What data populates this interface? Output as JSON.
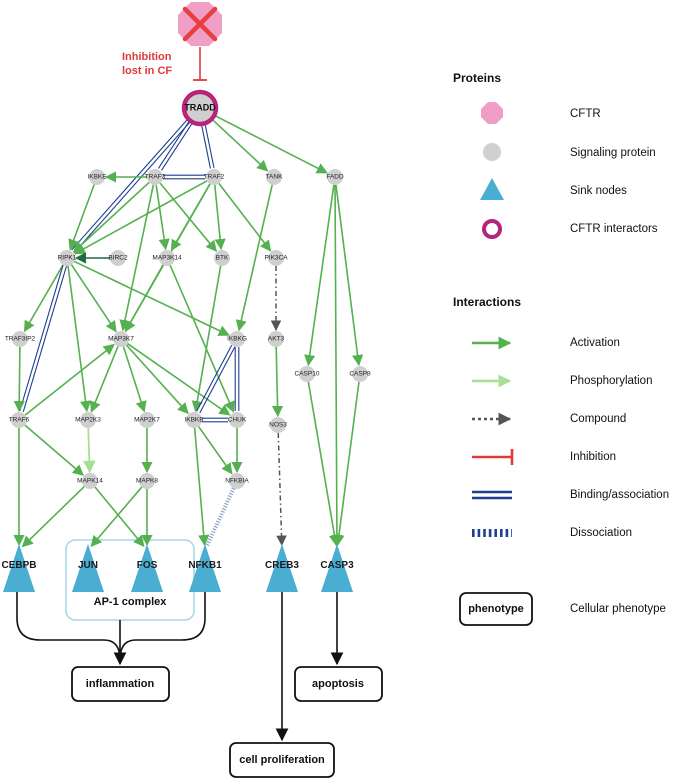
{
  "colors": {
    "activation": "#55b04f",
    "phosphorylation": "#a8df95",
    "compound": "#555555",
    "inhibition": "#e03a3a",
    "binding": "#1f3f8f",
    "protein_fill": "#cfcfcf",
    "cftr_fill": "#f19ec6",
    "sink_fill": "#4aaed3",
    "interactor_ring": "#b7247b",
    "ap1_border": "#a9d6ea"
  },
  "cftr": {
    "mark": "cross-icon"
  },
  "inhibition_note": [
    "Inhibition",
    "lost in CF"
  ],
  "tradd_label": "TRADD",
  "proteins": {
    "IKBKE": "IKBKE",
    "TRAF3": "TRAF3",
    "TRAF2": "TRAF2",
    "TANK": "TANK",
    "FADD": "FADD",
    "RIPK1": "RIPK1",
    "BIRC2": "BIRC2",
    "MAP3K14": "MAP3K14",
    "BTK": "BTK",
    "PIK3CA": "PIK3CA",
    "TRAF3IP2": "TRAF3IP2",
    "MAP3K7": "MAP3K7",
    "IKBKG": "IKBKG",
    "AKT3": "AKT3",
    "CASP10": "CASP10",
    "CASP8": "CASP8",
    "TRAF6": "TRAF6",
    "MAP2K3": "MAP2K3",
    "MAP2K7": "MAP2K7",
    "IKBKB": "IKBKB",
    "CHUK": "CHUK",
    "NOS3": "NOS3",
    "MAPK14": "MAPK14",
    "MAPK8": "MAPK8",
    "NFKBIA": "NFKBIA"
  },
  "sinks": {
    "CEBPB": "CEBPB",
    "JUN": "JUN",
    "FOS": "FOS",
    "NFKB1": "NFKB1",
    "CREB3": "CREB3",
    "CASP3": "CASP3"
  },
  "ap1_label": "AP-1 complex",
  "phenotypes": {
    "inflammation": "inflammation",
    "apoptosis": "apoptosis",
    "cell_proliferation": "cell proliferation"
  },
  "legend": {
    "proteins_heading": "Proteins",
    "protein_items": [
      {
        "label": "CFTR",
        "icon": "octagon-icon"
      },
      {
        "label": "Signaling protein",
        "icon": "circle-icon"
      },
      {
        "label": "Sink nodes",
        "icon": "triangle-icon"
      },
      {
        "label": "CFTR interactors",
        "icon": "ring-icon"
      }
    ],
    "interactions_heading": "Interactions",
    "interaction_items": [
      {
        "label": "Activation",
        "icon": "green-arrow-icon"
      },
      {
        "label": "Phosphorylation",
        "icon": "light-green-arrow-icon"
      },
      {
        "label": "Compound",
        "icon": "dotted-arrow-icon"
      },
      {
        "label": "Inhibition",
        "icon": "inhibition-bar-icon"
      },
      {
        "label": "Binding/association",
        "icon": "double-line-icon"
      },
      {
        "label": "Dissociation",
        "icon": "dashed-line-icon"
      }
    ],
    "phenotype_box_label": "phenotype",
    "phenotype_text": "Cellular phenotype"
  },
  "edges": [
    {
      "from": "TRADD",
      "to": "TRAF3",
      "type": "binding"
    },
    {
      "from": "TRADD",
      "to": "TRAF2",
      "type": "binding"
    },
    {
      "from": "TRADD",
      "to": "RIPK1",
      "type": "binding"
    },
    {
      "from": "TRADD",
      "to": "TANK",
      "type": "activation"
    },
    {
      "from": "TRADD",
      "to": "FADD",
      "type": "activation"
    },
    {
      "from": "TRAF3",
      "to": "IKBKE",
      "type": "activation"
    },
    {
      "from": "TRAF3",
      "to": "TRAF2",
      "type": "binding"
    },
    {
      "from": "TRAF3",
      "to": "RIPK1",
      "type": "activation"
    },
    {
      "from": "TRAF3",
      "to": "MAP3K14",
      "type": "activation"
    },
    {
      "from": "TRAF3",
      "to": "BTK",
      "type": "activation"
    },
    {
      "from": "TRAF3",
      "to": "MAP3K7",
      "type": "activation"
    },
    {
      "from": "TRAF2",
      "to": "RIPK1",
      "type": "activation"
    },
    {
      "from": "TRAF2",
      "to": "MAP3K14",
      "type": "activation"
    },
    {
      "from": "TRAF2",
      "to": "BTK",
      "type": "activation"
    },
    {
      "from": "TRAF2",
      "to": "PIK3CA",
      "type": "activation"
    },
    {
      "from": "TRAF2",
      "to": "MAP3K7",
      "type": "activation"
    },
    {
      "from": "IKBKE",
      "to": "RIPK1",
      "type": "activation"
    },
    {
      "from": "TANK",
      "to": "IKBKG",
      "type": "activation"
    },
    {
      "from": "BIRC2",
      "to": "RIPK1",
      "type": "activation_dark"
    },
    {
      "from": "RIPK1",
      "to": "TRAF3IP2",
      "type": "activation"
    },
    {
      "from": "RIPK1",
      "to": "MAP3K7",
      "type": "activation"
    },
    {
      "from": "RIPK1",
      "to": "IKBKG",
      "type": "activation"
    },
    {
      "from": "RIPK1",
      "to": "MAP2K3",
      "type": "activation"
    },
    {
      "from": "RIPK1",
      "to": "TRAF6",
      "type": "binding"
    },
    {
      "from": "MAP3K14",
      "to": "MAP3K7",
      "type": "activation"
    },
    {
      "from": "MAP3K14",
      "to": "CHUK",
      "type": "activation"
    },
    {
      "from": "BTK",
      "to": "IKBKB",
      "type": "activation"
    },
    {
      "from": "PIK3CA",
      "to": "AKT3",
      "type": "compound"
    },
    {
      "from": "TRAF3IP2",
      "to": "TRAF6",
      "type": "activation"
    },
    {
      "from": "MAP3K7",
      "to": "MAP2K3",
      "type": "activation"
    },
    {
      "from": "MAP3K7",
      "to": "MAP2K7",
      "type": "activation"
    },
    {
      "from": "MAP3K7",
      "to": "IKBKB",
      "type": "activation"
    },
    {
      "from": "MAP3K7",
      "to": "CHUK",
      "type": "activation"
    },
    {
      "from": "TRAF6",
      "to": "MAP3K7",
      "type": "activation"
    },
    {
      "from": "TRAF6",
      "to": "MAPK14",
      "type": "activation"
    },
    {
      "from": "TRAF6",
      "to": "CEBPB",
      "type": "activation"
    },
    {
      "from": "IKBKG",
      "to": "CHUK",
      "type": "binding"
    },
    {
      "from": "IKBKG",
      "to": "IKBKB",
      "type": "binding"
    },
    {
      "from": "AKT3",
      "to": "NOS3",
      "type": "activation"
    },
    {
      "from": "IKBKB",
      "to": "CHUK",
      "type": "binding"
    },
    {
      "from": "MAP2K3",
      "to": "MAPK14",
      "type": "phosphorylation"
    },
    {
      "from": "MAP2K7",
      "to": "MAPK8",
      "type": "activation"
    },
    {
      "from": "IKBKB",
      "to": "NFKBIA",
      "type": "activation"
    },
    {
      "from": "CHUK",
      "to": "NFKBIA",
      "type": "activation"
    },
    {
      "from": "IKBKB",
      "to": "NFKB1",
      "type": "activation"
    },
    {
      "from": "NOS3",
      "to": "CREB3",
      "type": "compound"
    },
    {
      "from": "FADD",
      "to": "CASP10",
      "type": "activation"
    },
    {
      "from": "FADD",
      "to": "CASP8",
      "type": "activation"
    },
    {
      "from": "FADD",
      "to": "CASP3",
      "type": "activation"
    },
    {
      "from": "CASP10",
      "to": "CASP3",
      "type": "activation"
    },
    {
      "from": "CASP8",
      "to": "CASP3",
      "type": "activation"
    },
    {
      "from": "MAPK14",
      "to": "CEBPB",
      "type": "activation"
    },
    {
      "from": "MAPK14",
      "to": "FOS",
      "type": "activation"
    },
    {
      "from": "MAPK8",
      "to": "JUN",
      "type": "activation"
    },
    {
      "from": "MAPK8",
      "to": "FOS",
      "type": "activation"
    },
    {
      "from": "NFKBIA",
      "to": "NFKB1",
      "type": "dissociation"
    }
  ]
}
